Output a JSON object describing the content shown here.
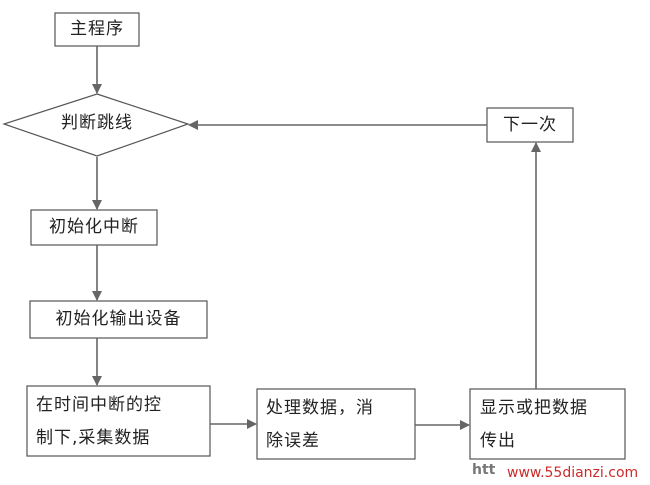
{
  "flowchart": {
    "nodes": {
      "main": "主程序",
      "judge": "判断跳线",
      "init_interrupt": "初始化中断",
      "init_output": "初始化输出设备",
      "collect": [
        "在时间中断的控",
        "制下,采集数据"
      ],
      "process": [
        "处理数据，消",
        "除误差"
      ],
      "display": [
        "显示或把数据",
        "传出"
      ],
      "next": "下一次"
    },
    "colors": {
      "stroke": "#555555",
      "arrow": "#666666"
    }
  },
  "watermark": {
    "prefix": "htt",
    "text": "www.55dianzi.com"
  }
}
